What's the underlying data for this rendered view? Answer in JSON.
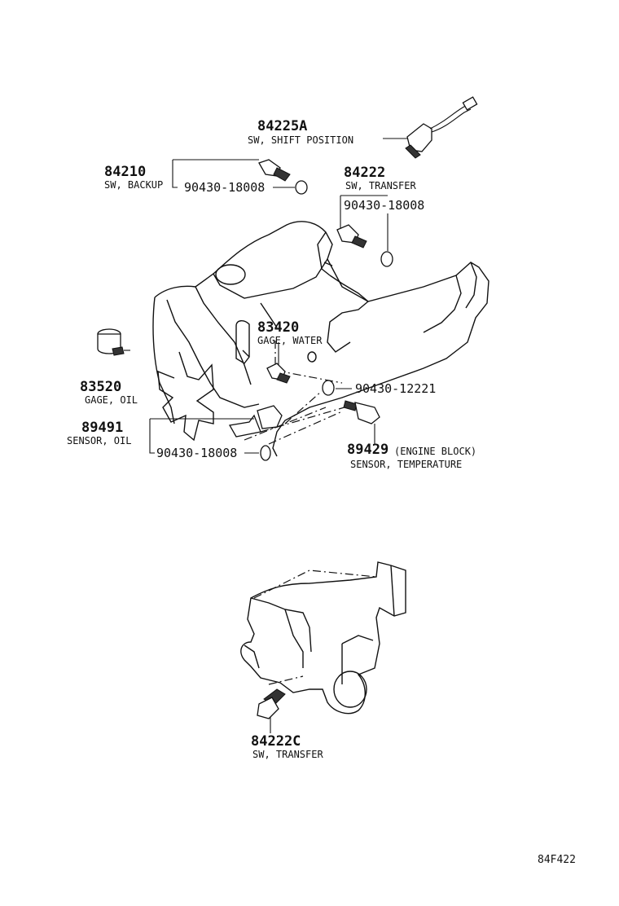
{
  "labels": {
    "p84225a": {
      "number": "84225A",
      "desc": "SW, SHIFT POSITION"
    },
    "p84210": {
      "number": "84210",
      "desc": "SW, BACKUP"
    },
    "g84210": {
      "number": "90430-18008"
    },
    "p84222": {
      "number": "84222",
      "desc": "SW, TRANSFER"
    },
    "g84222": {
      "number": "90430-18008"
    },
    "p83420": {
      "number": "83420",
      "desc": "GAGE, WATER"
    },
    "p83520": {
      "number": "83520",
      "desc": "GAGE, OIL"
    },
    "g12221": {
      "number": "90430-12221"
    },
    "p89491": {
      "number": "89491",
      "desc": "SENSOR, OIL"
    },
    "g89491": {
      "number": "90430-18008"
    },
    "p89429": {
      "number": "89429",
      "note": "(ENGINE BLOCK)",
      "desc": "SENSOR, TEMPERATURE"
    },
    "p84222c": {
      "number": "84222C",
      "desc": "SW, TRANSFER"
    }
  },
  "diagram_code": "84F422"
}
